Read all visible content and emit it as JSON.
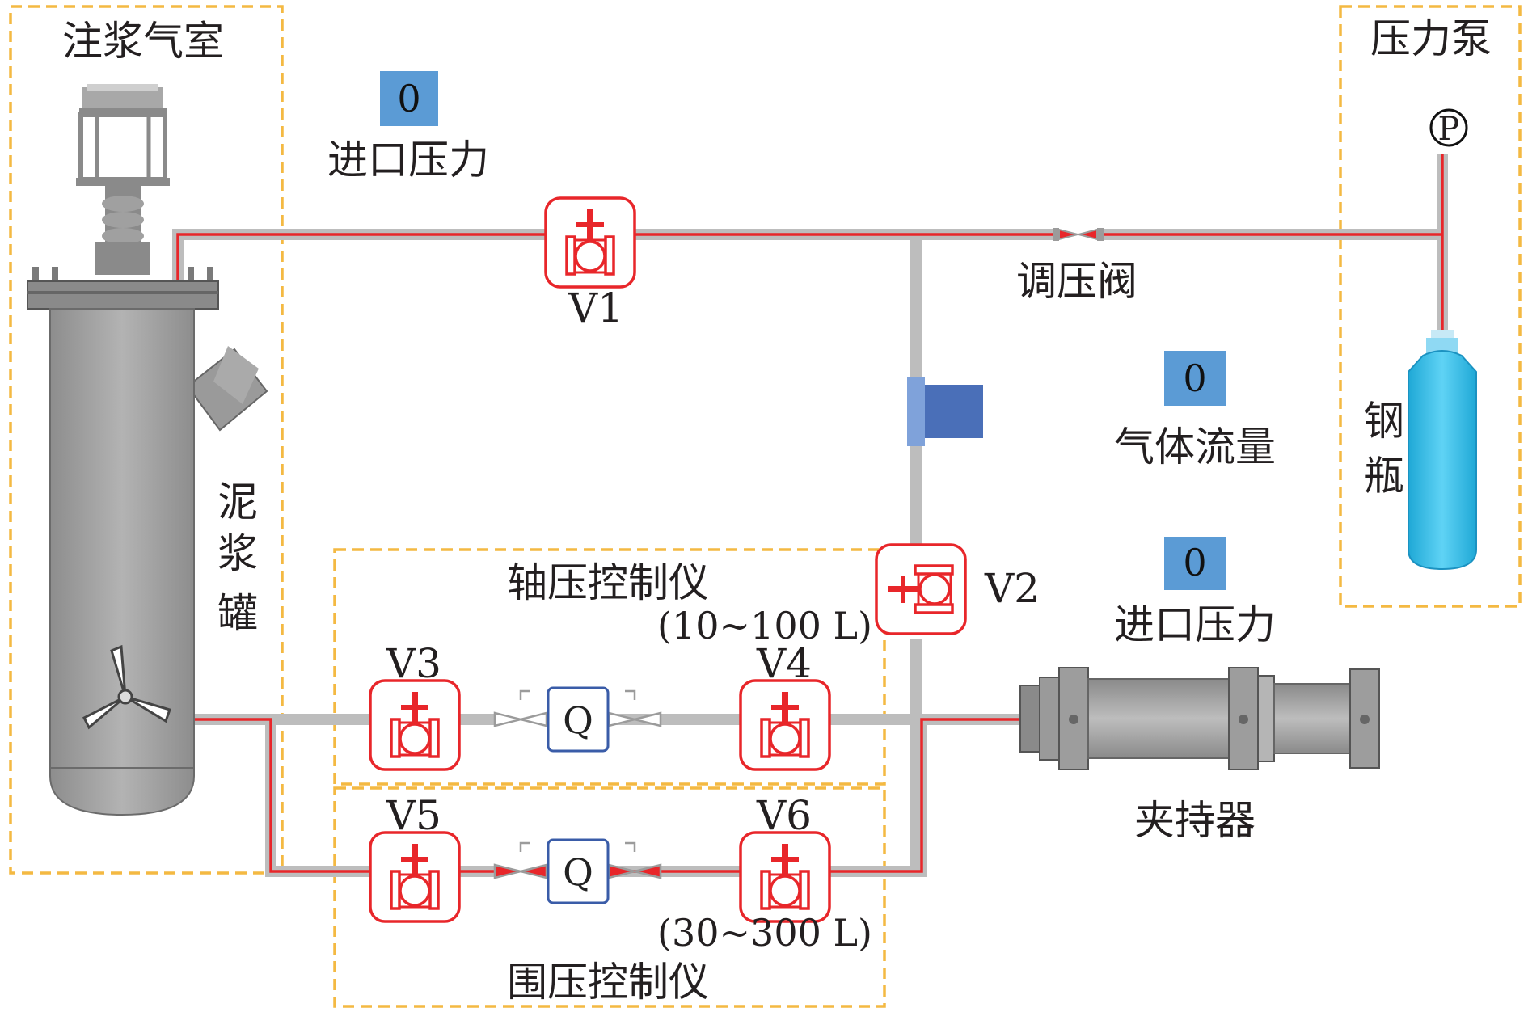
{
  "regions": {
    "injection_chamber": "注浆气室",
    "pressure_pump": "压力泵",
    "axial_controller": "轴压控制仪",
    "axial_range": "(10~100 L)",
    "confining_controller": "围压控制仪",
    "confining_range": "(30~300 L)"
  },
  "components": {
    "slurry_tank": [
      "泥",
      "浆",
      "罐"
    ],
    "gas_cylinder": [
      "钢",
      "瓶"
    ],
    "holder": "夹持器",
    "regulator": "调压阀",
    "gauge_symbol": "P"
  },
  "valves": [
    "V1",
    "V2",
    "V3",
    "V4",
    "V5",
    "V6"
  ],
  "meters": [
    "Q",
    "Q"
  ],
  "displays": [
    {
      "value": "0",
      "label": "进口压力"
    },
    {
      "value": "0",
      "label": "气体流量"
    },
    {
      "value": "0",
      "label": "进口压力"
    }
  ],
  "colors": {
    "dash_box": "#f4b942",
    "valve_red": "#e8262a",
    "pipe_gray": "#bdbdbd",
    "pipe_red": "#e8262a",
    "display_blue": "#5b9bd5",
    "meter_blue": "#3a5ca8",
    "cylinder_blue": "#37c3ee",
    "tank_gray": "#9a9a9a"
  }
}
